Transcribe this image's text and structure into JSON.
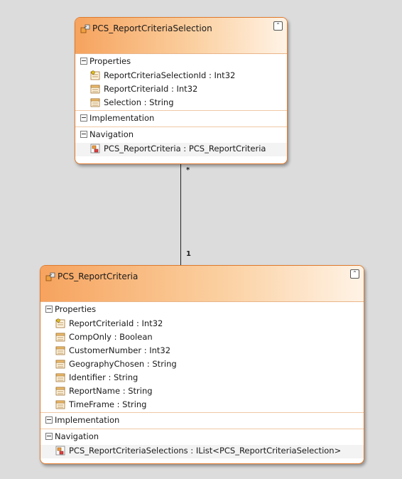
{
  "entities": [
    {
      "title": "PCS_ReportCriteriaSelection",
      "sections": {
        "properties": "Properties",
        "implementation": "Implementation",
        "navigation": "Navigation"
      },
      "properties": [
        {
          "text": "ReportCriteriaSelectionId : Int32",
          "icon": "key-property-icon"
        },
        {
          "text": "ReportCriteriaId : Int32",
          "icon": "property-icon"
        },
        {
          "text": "Selection : String",
          "icon": "property-icon"
        }
      ],
      "navigation": [
        {
          "text": "PCS_ReportCriteria : PCS_ReportCriteria",
          "icon": "navigation-property-icon"
        }
      ]
    },
    {
      "title": "PCS_ReportCriteria",
      "sections": {
        "properties": "Properties",
        "implementation": "Implementation",
        "navigation": "Navigation"
      },
      "properties": [
        {
          "text": "ReportCriteriaId : Int32",
          "icon": "key-property-icon"
        },
        {
          "text": "CompOnly : Boolean",
          "icon": "property-icon"
        },
        {
          "text": "CustomerNumber : Int32",
          "icon": "property-icon"
        },
        {
          "text": "GeographyChosen : String",
          "icon": "property-icon"
        },
        {
          "text": "Identifier : String",
          "icon": "property-icon"
        },
        {
          "text": "ReportName : String",
          "icon": "property-icon"
        },
        {
          "text": "TimeFrame : String",
          "icon": "property-icon"
        }
      ],
      "navigation": [
        {
          "text": "PCS_ReportCriteriaSelections : IList<PCS_ReportCriteriaSelection>",
          "icon": "navigation-property-icon"
        }
      ]
    }
  ],
  "association": {
    "top_multiplicity": "*",
    "bottom_multiplicity": "1"
  },
  "colors": {
    "accent": "#e07a2c",
    "background": "#dcdcdc"
  }
}
